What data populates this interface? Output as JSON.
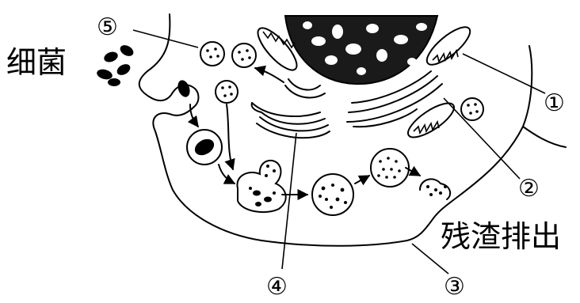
{
  "labels": {
    "bacteria": "细菌",
    "residue": "残渣排出",
    "n1": "①",
    "n2": "②",
    "n3": "③",
    "n4": "④",
    "n5": "⑤"
  },
  "colors": {
    "ink": "#000000",
    "background": "#ffffff"
  }
}
